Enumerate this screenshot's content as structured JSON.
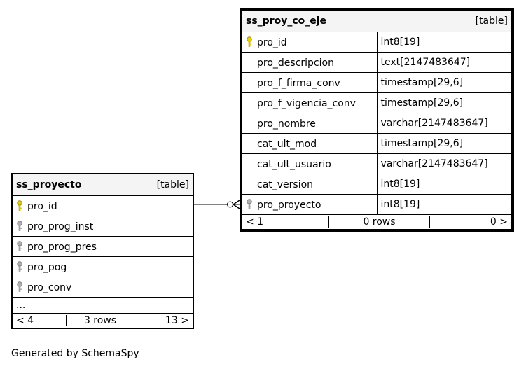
{
  "tables": [
    {
      "name": "ss_proyecto",
      "kind": "[table]",
      "columns": [
        {
          "name": "pro_id",
          "key": "primary"
        },
        {
          "name": "pro_prog_inst",
          "key": "foreign"
        },
        {
          "name": "pro_prog_pres",
          "key": "foreign"
        },
        {
          "name": "pro_pog",
          "key": "foreign"
        },
        {
          "name": "pro_conv",
          "key": "foreign"
        }
      ],
      "ellipsis": "...",
      "footer": {
        "left": "< 4",
        "middle": "3 rows",
        "right": "13 >"
      }
    },
    {
      "name": "ss_proy_co_eje",
      "kind": "[table]",
      "columns": [
        {
          "name": "pro_id",
          "type": "int8[19]",
          "key": "primary"
        },
        {
          "name": "pro_descripcion",
          "type": "text[2147483647]",
          "key": "none"
        },
        {
          "name": "pro_f_firma_conv",
          "type": "timestamp[29,6]",
          "key": "none"
        },
        {
          "name": "pro_f_vigencia_conv",
          "type": "timestamp[29,6]",
          "key": "none"
        },
        {
          "name": "pro_nombre",
          "type": "varchar[2147483647]",
          "key": "none"
        },
        {
          "name": "cat_ult_mod",
          "type": "timestamp[29,6]",
          "key": "none"
        },
        {
          "name": "cat_ult_usuario",
          "type": "varchar[2147483647]",
          "key": "none"
        },
        {
          "name": "cat_version",
          "type": "int8[19]",
          "key": "none"
        },
        {
          "name": "pro_proyecto",
          "type": "int8[19]",
          "key": "foreign"
        }
      ],
      "footer": {
        "left": "< 1",
        "middle": "0 rows",
        "right": "0 >"
      }
    }
  ],
  "relationship": {
    "from": "ss_proyecto.pro_id",
    "to": "ss_proy_co_eje.pro_proyecto"
  },
  "colors": {
    "primary_key": "#e8d000",
    "foreign_key": "#b0b0b0",
    "header_bg": "#f4f4f4"
  },
  "caption": "Generated by SchemaSpy"
}
